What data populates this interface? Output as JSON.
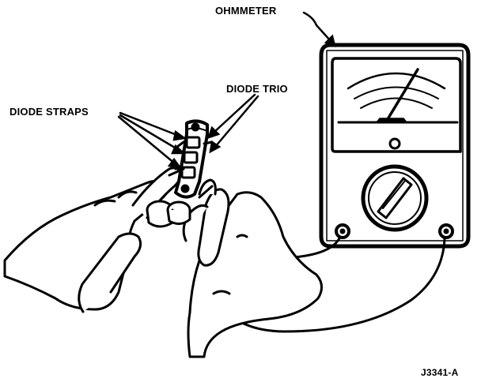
{
  "labels": {
    "ohmmeter": "OHMMETER",
    "diode_trio": "DIODE TRIO",
    "diode_straps": "DIODE STRAPS",
    "figure_code": "J3341-A"
  }
}
